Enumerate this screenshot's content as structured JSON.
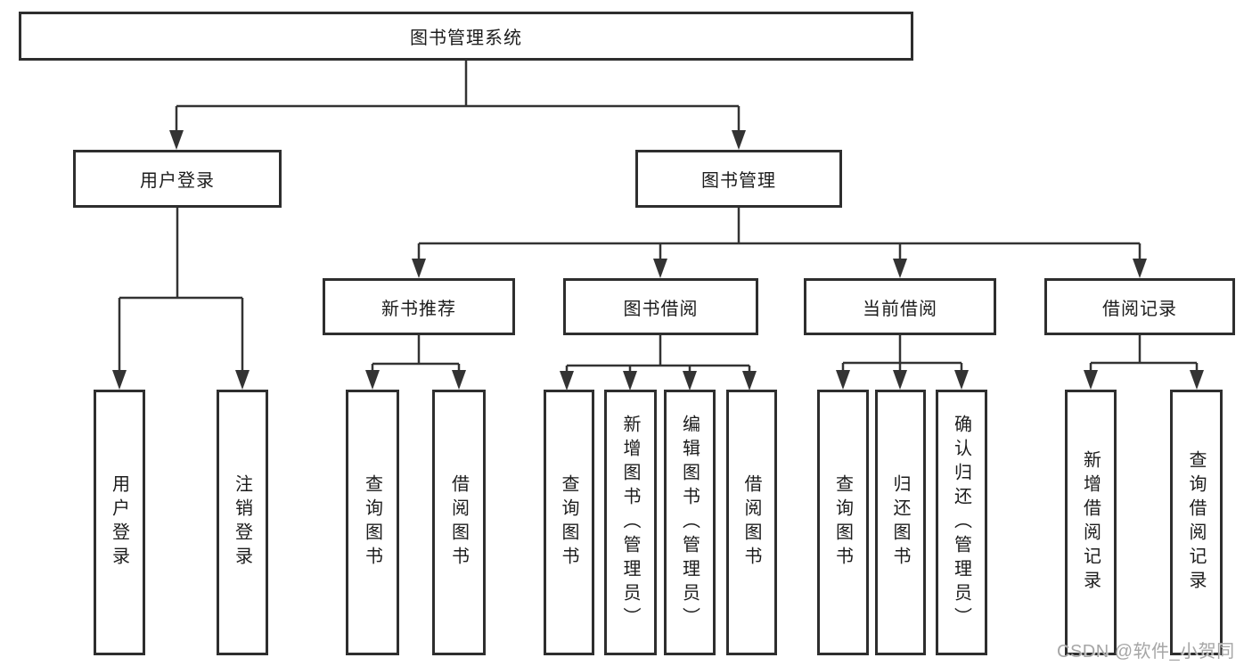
{
  "page": {
    "background": "#ffffff",
    "line_color": "#333333",
    "box_border_color": "#2e2e2e",
    "text_color": "#1c1c1c"
  },
  "watermark": {
    "text": "CSDN @软件_小贺同学",
    "color": "#a6a6a6"
  },
  "tree": {
    "root": {
      "label": "图书管理系统"
    },
    "branches": [
      {
        "label": "用户登录",
        "children": [
          {
            "label": "用户登录"
          },
          {
            "label": "注销登录"
          }
        ]
      },
      {
        "label": "图书管理",
        "sections": [
          {
            "label": "新书推荐",
            "children": [
              {
                "label": "查询图书"
              },
              {
                "label": "借阅图书"
              }
            ]
          },
          {
            "label": "图书借阅",
            "children": [
              {
                "label": "查询图书"
              },
              {
                "label": "新增图书（管理员）"
              },
              {
                "label": "编辑图书（管理员）"
              },
              {
                "label": "借阅图书"
              }
            ]
          },
          {
            "label": "当前借阅",
            "children": [
              {
                "label": "查询图书"
              },
              {
                "label": "归还图书"
              },
              {
                "label": "确认归还（管理员）"
              }
            ]
          },
          {
            "label": "借阅记录",
            "children": [
              {
                "label": "新增借阅记录"
              },
              {
                "label": "查询借阅记录"
              }
            ]
          }
        ]
      }
    ]
  }
}
